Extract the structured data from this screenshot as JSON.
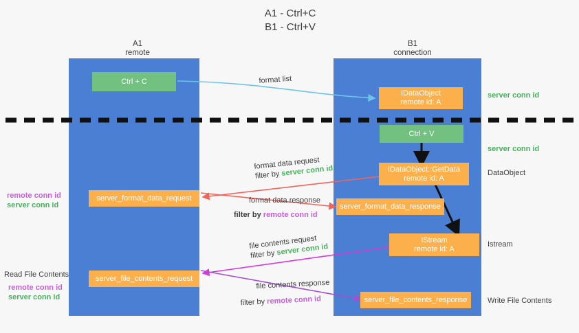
{
  "title": {
    "line1": "A1 - Ctrl+C",
    "line2": "B1 - Ctrl+V"
  },
  "lanes": [
    {
      "id": "a1",
      "name": "A1",
      "role": "remote",
      "color": "#4a7fd4"
    },
    {
      "id": "b1",
      "name": "B1",
      "role": "connection",
      "color": "#4a7fd4"
    }
  ],
  "colors": {
    "lane": "#4a7fd4",
    "green_box": "#72c180",
    "orange_box": "#fbb04c",
    "server_conn": "#49b05e",
    "remote_conn": "#c45fd6",
    "arrow_blue": "#6ec3e8",
    "arrow_red": "#f0645a",
    "arrow_magenta": "#d63ad6",
    "arrow_purple": "#a24fd0",
    "arrow_black": "#111111",
    "divider": "#111111"
  },
  "boxes": {
    "ctrl_c": {
      "label": "Ctrl + C",
      "style": "green"
    },
    "ctrl_v": {
      "label": "Ctrl + V",
      "style": "green"
    },
    "idataobject": {
      "line1": "IDataObject",
      "line2": "remote id: A",
      "style": "orange"
    },
    "getdata": {
      "line1": "IDataObject::GetData",
      "line2": "remote id: A",
      "style": "orange"
    },
    "istream": {
      "line1": "IStream",
      "line2": "remote id: A",
      "style": "orange"
    },
    "server_format_data_request": {
      "label": "server_format_data_request",
      "style": "orange"
    },
    "server_format_data_response": {
      "label": "server_format_data_response",
      "style": "orange"
    },
    "server_file_contents_request": {
      "label": "server_file_contents_request",
      "style": "orange"
    },
    "server_file_contents_response": {
      "label": "server_file_contents_response",
      "style": "orange"
    }
  },
  "arrow_labels": {
    "format_list": "format list",
    "format_data_request": "format data request",
    "format_data_request_filter_prefix": "filter by ",
    "format_data_request_filter_value": "server conn id",
    "format_data_response": "format data response",
    "format_data_response_filter_prefix": "filter by ",
    "format_data_response_filter_value": "remote conn id",
    "file_contents_request": "file contents request",
    "file_contents_request_filter_prefix": "filter by ",
    "file_contents_request_filter_value": "server conn id",
    "file_contents_response": "file contents response",
    "file_contents_response_filter_prefix": "filter by ",
    "file_contents_response_filter_value": "remote conn id"
  },
  "right_annotations": {
    "server_conn_id_top": "server conn id",
    "server_conn_id_mid": "server conn id",
    "dataobject": "DataObject",
    "istream": "Istream",
    "write_file_contents": "Write File Contents"
  },
  "left_annotations": {
    "mid_remote": "remote conn id",
    "mid_server": "server conn id",
    "read_file_contents": "Read File Contents",
    "bottom_remote": "remote conn id",
    "bottom_server": "server conn id"
  }
}
